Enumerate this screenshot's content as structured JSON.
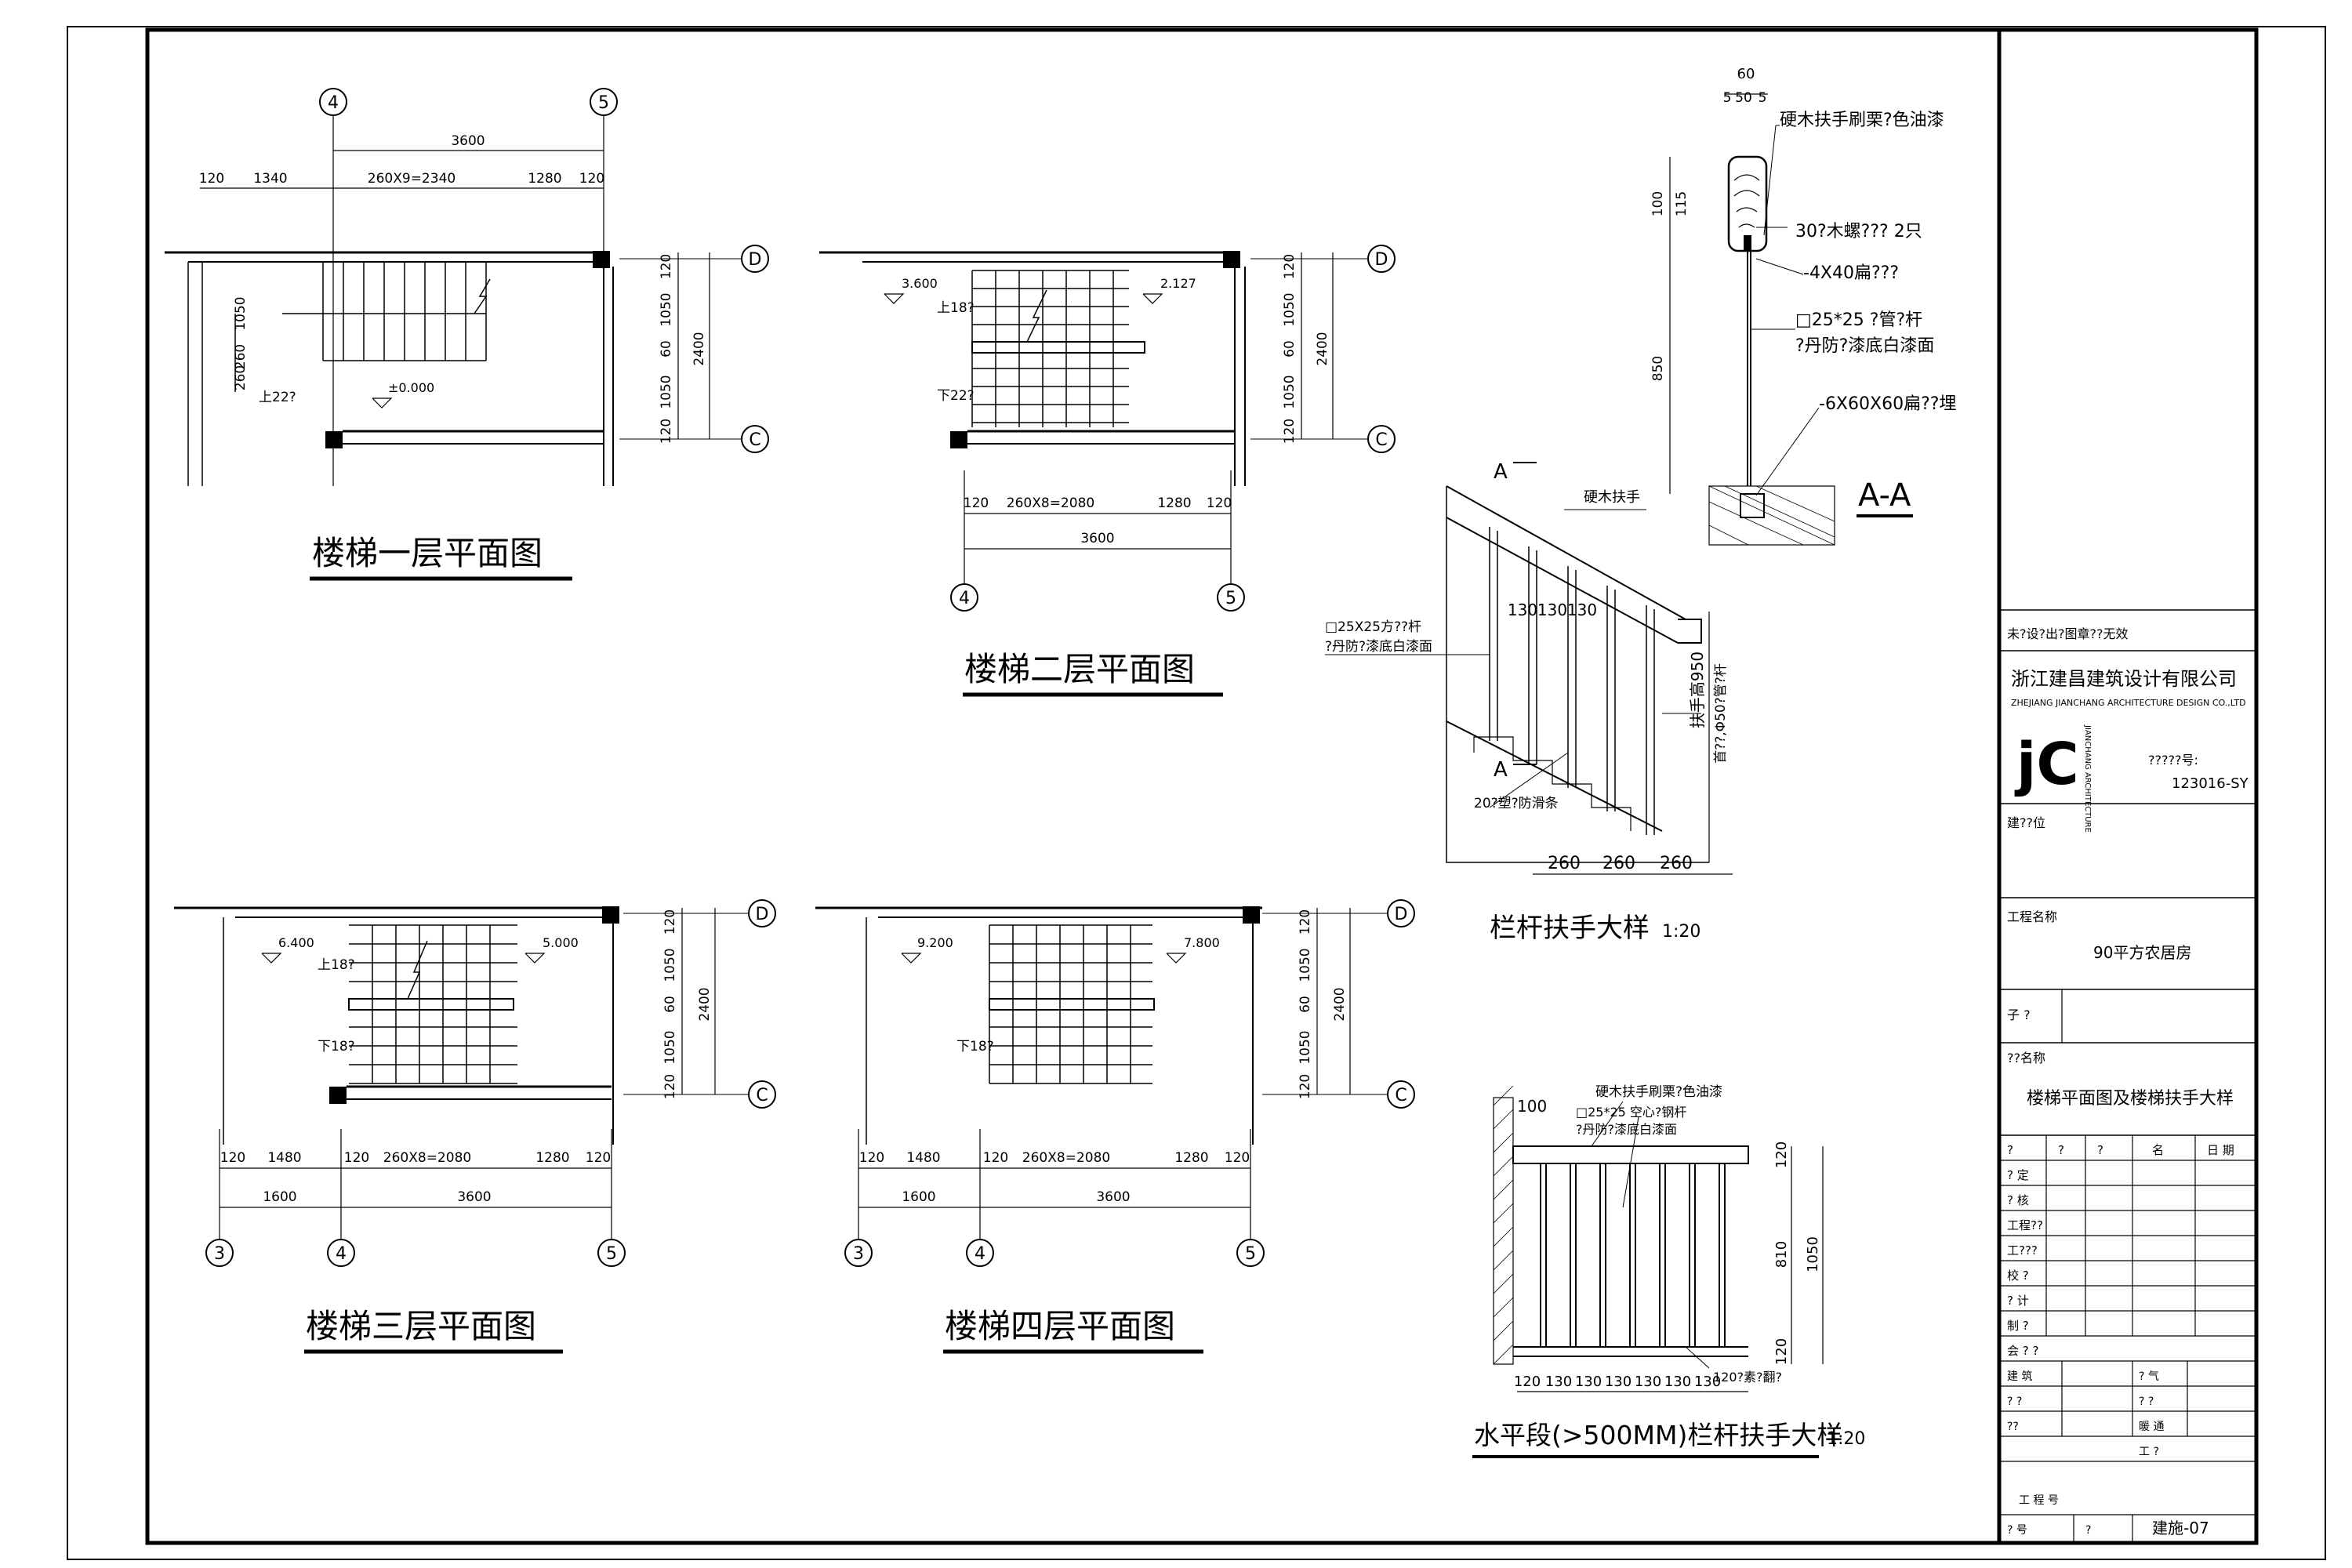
{
  "titles": {
    "plan1": "楼梯一层平面图",
    "plan2": "楼梯二层平面图",
    "plan3": "楼梯三层平面图",
    "plan4": "楼梯四层平面图",
    "railing": "栏杆扶手大样",
    "railing_scale": "1:20",
    "horizontal": "水平段(>500MM)栏杆扶手大样",
    "horizontal_scale": "1:20",
    "section": "A-A"
  },
  "grid": {
    "g3": "3",
    "g4": "4",
    "g5": "5",
    "gC": "C",
    "gD": "D"
  },
  "plan1": {
    "d_total": "3600",
    "d_120a": "120",
    "d_1340": "1340",
    "d_run": "260X9=2340",
    "d_1280": "1280",
    "d_120b": "120",
    "v_120a": "120",
    "v_1050a": "1050",
    "v_60": "60",
    "v_1050b": "1050",
    "v_120b": "120",
    "v_total": "2400",
    "l_1050": "1050",
    "l_260a": "260",
    "l_260b": "260",
    "up": "上22?",
    "elev": "±0.000"
  },
  "plan2": {
    "up": "上18?",
    "down": "下22?",
    "elev_left": "3.600",
    "elev_right": "2.127",
    "d_120a": "120",
    "d_run": "260X8=2080",
    "d_1280": "1280",
    "d_120b": "120",
    "d_total": "3600",
    "v_120a": "120",
    "v_1050a": "1050",
    "v_60": "60",
    "v_1050b": "1050",
    "v_120b": "120",
    "v_total": "2400"
  },
  "plan3": {
    "up": "上18?",
    "down": "下18?",
    "elev_left": "6.400",
    "elev_right": "5.000",
    "d_120a": "120",
    "d_1480": "1480",
    "d_120b": "120",
    "d_run": "260X8=2080",
    "d_1280": "1280",
    "d_120c": "120",
    "d_1600": "1600",
    "d_3600": "3600",
    "v_120a": "120",
    "v_1050a": "1050",
    "v_60": "60",
    "v_1050b": "1050",
    "v_120b": "120",
    "v_total": "2400"
  },
  "plan4": {
    "down": "下18?",
    "elev_left": "9.200",
    "elev_right": "7.800",
    "d_120a": "120",
    "d_1480": "1480",
    "d_120b": "120",
    "d_run": "260X8=2080",
    "d_1280": "1280",
    "d_120c": "120",
    "d_1600": "1600",
    "d_3600": "3600",
    "v_120a": "120",
    "v_1050a": "1050",
    "v_60": "60",
    "v_1050b": "1050",
    "v_120b": "120",
    "v_total": "2400"
  },
  "section": {
    "d_60": "60",
    "d_5a": "5",
    "d_50": "50",
    "d_5b": "5",
    "v_100": "100",
    "v_115": "115",
    "v_850": "850",
    "n1": "硬木扶手刷栗?色油漆",
    "n2": "30?木螺???  2只",
    "n3": "-4X40扁???",
    "n4": "□25*25 ?管?杆",
    "n5": "?丹防?漆底白漆面",
    "n6": "-6X60X60扁??埋"
  },
  "railing": {
    "a1": "A",
    "a2": "A",
    "handrail": "硬木扶手",
    "bal1": "□25X25方??杆",
    "bal2": "?丹防?漆底白漆面",
    "d_130a": "130",
    "d_130b": "130",
    "d_130c": "130",
    "height": "扶手高950",
    "post": "首??,Φ50?管?杆",
    "strip": "20?塑?防滑条",
    "t1": "260",
    "t2": "260",
    "t3": "260"
  },
  "horizontal": {
    "n1": "硬木扶手刷栗?色油漆",
    "n2": "□25*25 空心?钢杆",
    "n3": "?丹防?漆底白漆面",
    "v_100": "100",
    "v_120a": "120",
    "v_810": "810",
    "v_1050": "1050",
    "v_120b": "120",
    "b_label": "120?素?翻?",
    "s1": "120",
    "s2": "130",
    "s3": "130",
    "s4": "130",
    "s5": "130",
    "s6": "130",
    "s7": "130"
  },
  "titleblock": {
    "notice": "未?设?出?图章??无效",
    "company": "浙江建昌建筑设计有限公司",
    "company_en": "ZHEJIANG JIANCHANG ARCHITECTURE DESIGN CO.,LTD",
    "logo_letters": "jC",
    "logo_side": "JIANCHANG ARCHITECTURE",
    "cert_label": "?????号:",
    "cert_no": "123016-SY",
    "client_label": "建??位",
    "project_label": "工程名称",
    "project_value": "90平方农居房",
    "sub_label": "子 ?",
    "drawing_label": "??名称",
    "drawing_value": "楼梯平面图及楼梯扶手大样",
    "h1": "?",
    "h2": "?",
    "h3": "?",
    "h4": "名",
    "h5": "日 期",
    "r1": "? 定",
    "r2": "? 核",
    "r3": "工程??",
    "r4": "工???",
    "r5": "校 ?",
    "r6": "? 计",
    "r7": "制 ?",
    "sign_label": "会 ? ?",
    "c1": "建 筑",
    "c2": "? ?",
    "c3": "? 气",
    "c4": "? ?",
    "c5": "??",
    "c6": "暖 通",
    "c7": "工 ?",
    "proj_no": "工 程 号",
    "sheet_label": "? 号",
    "sheet_value": "建施-07",
    "sheet_lbl2": "?"
  }
}
